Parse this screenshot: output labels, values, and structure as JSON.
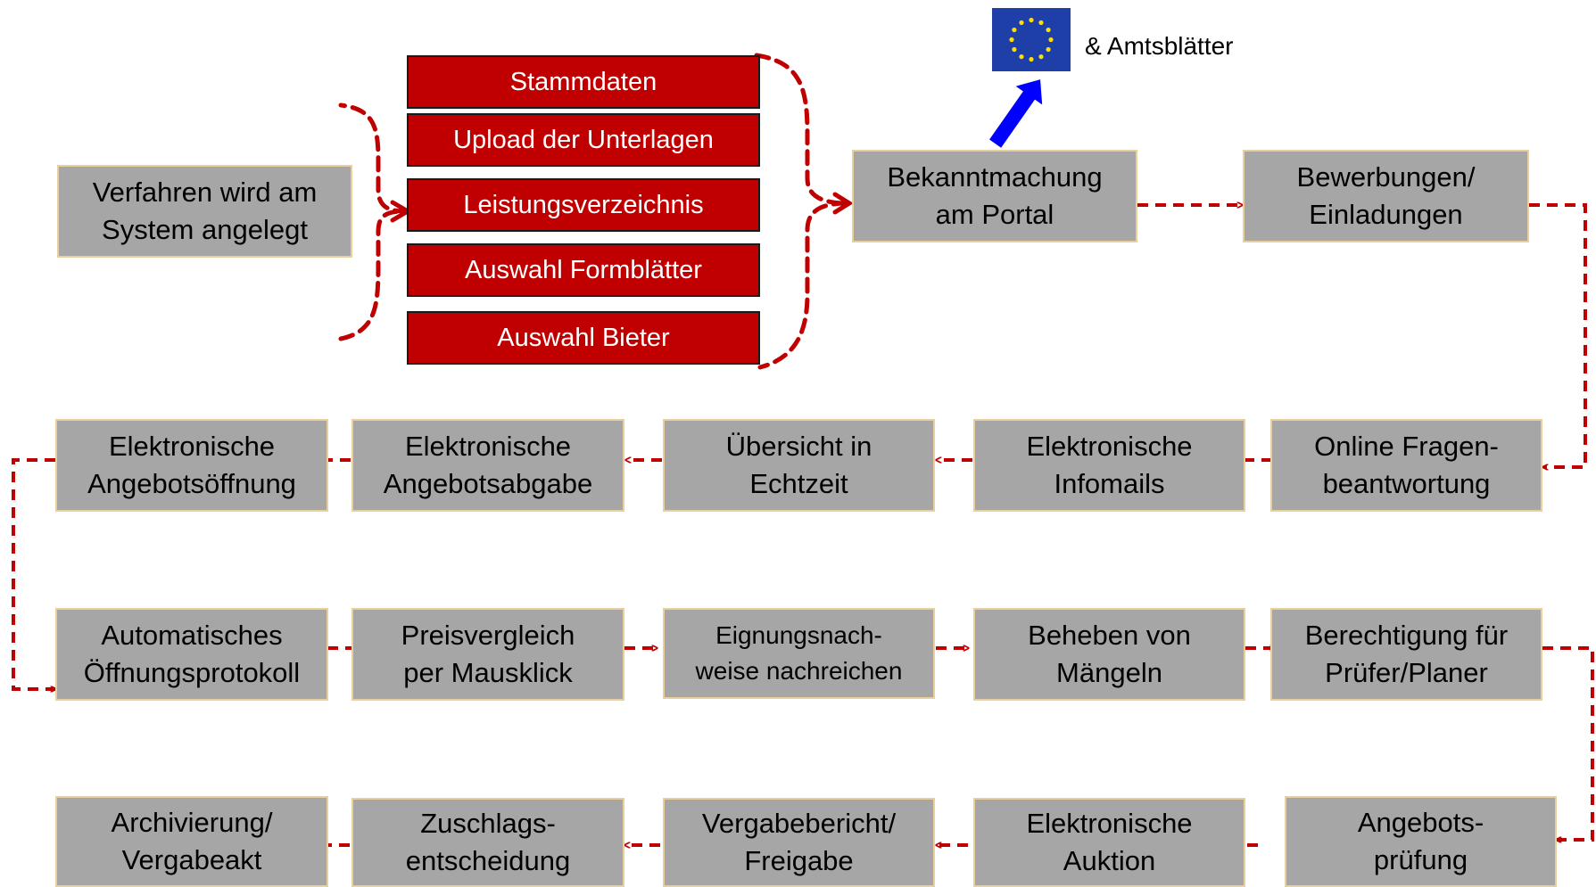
{
  "start_box": "Verfahren wird am\nSystem angelegt",
  "setup_items": [
    "Stammdaten",
    "Upload der Unterlagen",
    "Leistungsverzeichnis",
    "Auswahl Formblätter",
    "Auswahl Bieter"
  ],
  "publication": {
    "label": "& Amtsblätter",
    "flag_icon": "eu-flag-icon"
  },
  "steps": {
    "bekanntmachung": "Bekanntmachung\nam Portal",
    "bewerbungen": "Bewerbungen/\nEinladungen",
    "fragen": "Online Fragen-\nbeantwortung",
    "infomails": "Elektronische\nInfomails",
    "uebersicht": "Übersicht in\nEchtzeit",
    "abgabe": "Elektronische\nAngebotsabgabe",
    "oeffnung": "Elektronische\nAngebotsöffnung",
    "protokoll": "Automatisches\nÖffnungsprotokoll",
    "preisvergleich": "Preisvergleich\nper Mausklick",
    "eignung": "Eignungsnach-\nweise nachreichen",
    "maengel": "Beheben von\nMängeln",
    "berechtigung": "Berechtigung für\nPrüfer/Planer",
    "pruefung": "Angebots-\nprüfung",
    "auktion": "Elektronische\nAuktion",
    "vergabebericht": "Vergabebericht/\nFreigabe",
    "zuschlag": "Zuschlags-\nentscheidung",
    "archivierung": "Archivierung/\nVergabeakt"
  },
  "colors": {
    "box_fill": "#a6a6a6",
    "box_border": "#e8cf9c",
    "setup_fill": "#c00000",
    "connector": "#c00000",
    "publish_arrow": "#0000ff",
    "eu_blue": "#1e3fa8",
    "eu_star": "#ffdd00"
  }
}
